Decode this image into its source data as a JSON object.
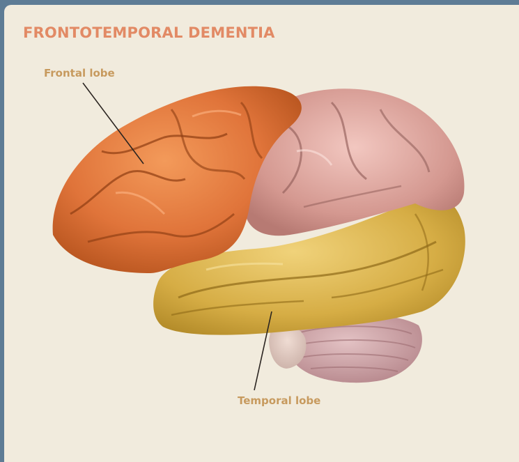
{
  "title": "FRONTOTEMPORAL DEMENTIA",
  "labels": {
    "frontal": "Frontal lobe",
    "temporal": "Temporal lobe"
  },
  "colors": {
    "background_border": "#5e7c95",
    "panel": "#f1ebdd",
    "title": "#e28a65",
    "label": "#c79a5e",
    "frontal_lobe": "#e07a3a",
    "parietal_lobe": "#d9a39a",
    "temporal_lobe": "#d8b24a",
    "cerebellum": "#c89aa0"
  }
}
